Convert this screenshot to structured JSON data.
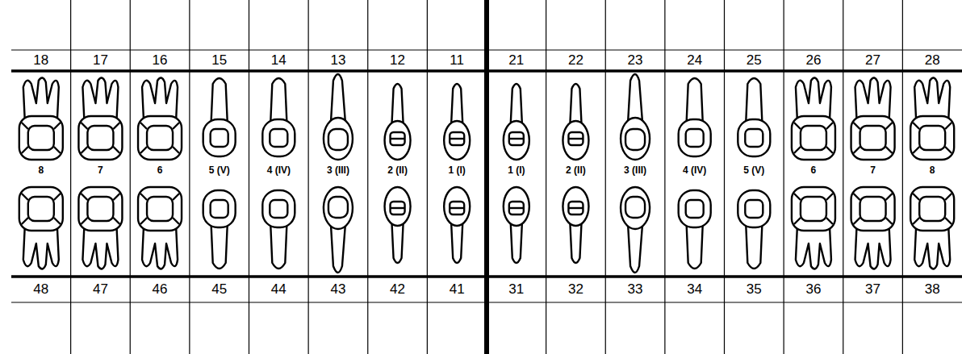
{
  "diagram": {
    "labels": [
      "18",
      "17",
      "16",
      "15",
      "14",
      "13",
      "12",
      "11",
      "21",
      "22",
      "23",
      "24",
      "25",
      "26",
      "27",
      "28",
      "8",
      "7",
      "6",
      "5 (V)",
      "4 (IV)",
      "3 (III)",
      "2 (II)",
      "1 (I)",
      "1 (I)",
      "2 (II)",
      "3 (III)",
      "4 (IV)",
      "5 (V)",
      "6",
      "7",
      "8",
      "48",
      "47",
      "46",
      "45",
      "44",
      "43",
      "42",
      "41",
      "31",
      "32",
      "33",
      "34",
      "35",
      "36",
      "37",
      "38"
    ]
  }
}
